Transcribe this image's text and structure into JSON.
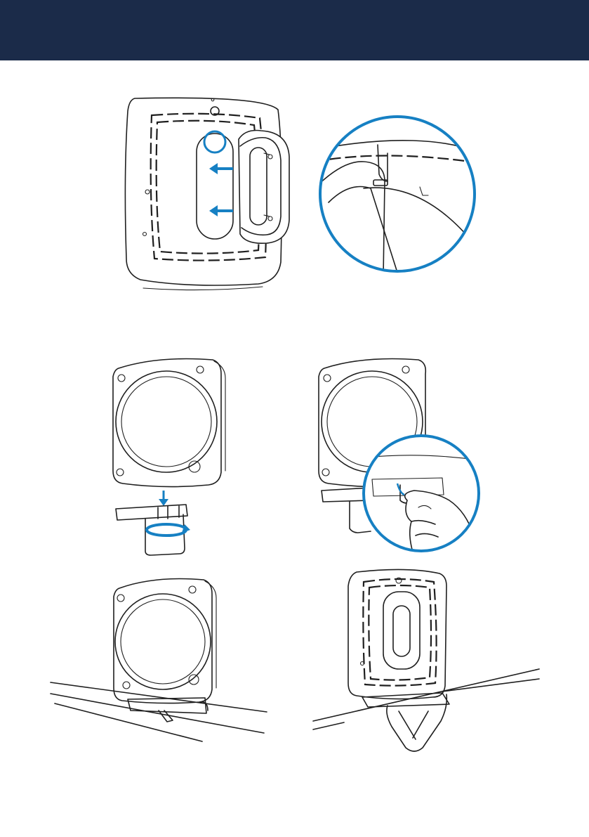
{
  "colors": {
    "header_bg": "#1b2b49",
    "accent": "#1680c3",
    "line": "#1f1f1f",
    "page_bg": "#ffffff"
  },
  "illustrations": [
    {
      "id": "step-1",
      "icon": "remove-mount-plate-illustration",
      "callout": "zoom-circle-clip-detail"
    },
    {
      "id": "step-2",
      "icon": "attach-clamp-rotate-illustration"
    },
    {
      "id": "step-3",
      "icon": "tighten-screw-detail-illustration",
      "callout": "zoom-circle-hand-detail"
    },
    {
      "id": "step-4",
      "icon": "mounted-on-desk-front-illustration"
    },
    {
      "id": "step-5",
      "icon": "mounted-on-desk-back-illustration"
    }
  ]
}
